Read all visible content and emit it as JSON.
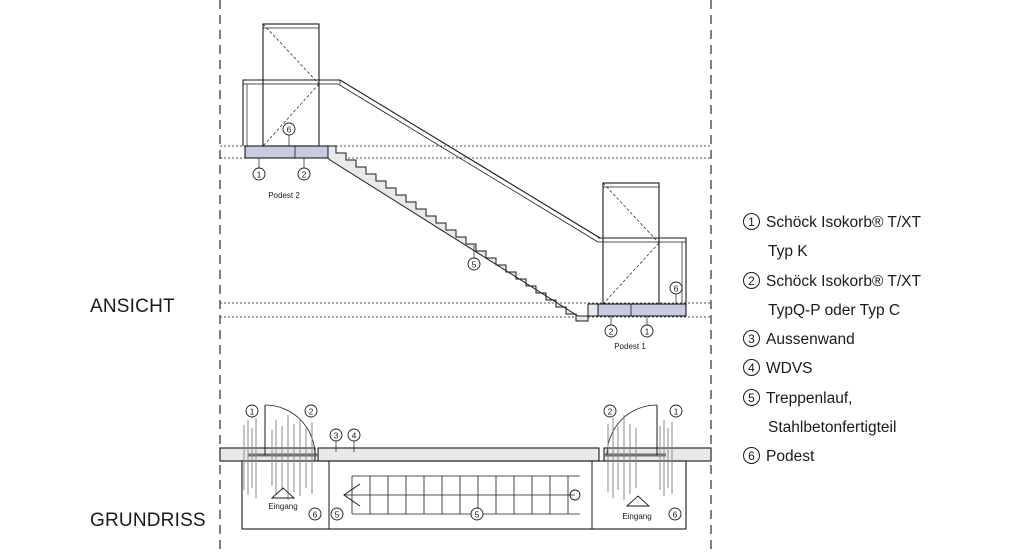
{
  "views": {
    "elevation_label": "ANSICHT",
    "plan_label": "GRUNDRISS"
  },
  "landings": {
    "upper": "Podest 2",
    "lower": "Podest 1"
  },
  "plan": {
    "entrance_label": "Eingang"
  },
  "markers": {
    "m1": "1",
    "m2": "2",
    "m3": "3",
    "m4": "4",
    "m5": "5",
    "m6": "6"
  },
  "legend": [
    {
      "num": "1",
      "line1": "Schöck Isokorb® T/XT",
      "line2": "Typ K"
    },
    {
      "num": "2",
      "line1": "Schöck Isokorb® T/XT",
      "line2": "TypQ-P oder Typ C"
    },
    {
      "num": "3",
      "line1": "Aussenwand",
      "line2": ""
    },
    {
      "num": "4",
      "line1": "WDVS",
      "line2": ""
    },
    {
      "num": "5",
      "line1": "Treppenlauf,",
      "line2": "Stahlbetonfertigteil"
    },
    {
      "num": "6",
      "line1": "Podest",
      "line2": ""
    }
  ],
  "colors": {
    "line": "#1a1a1a",
    "landing_fill": "#c6cbe0",
    "wall_fill": "#e9e9e9",
    "insulation": "#6f6f6f"
  }
}
